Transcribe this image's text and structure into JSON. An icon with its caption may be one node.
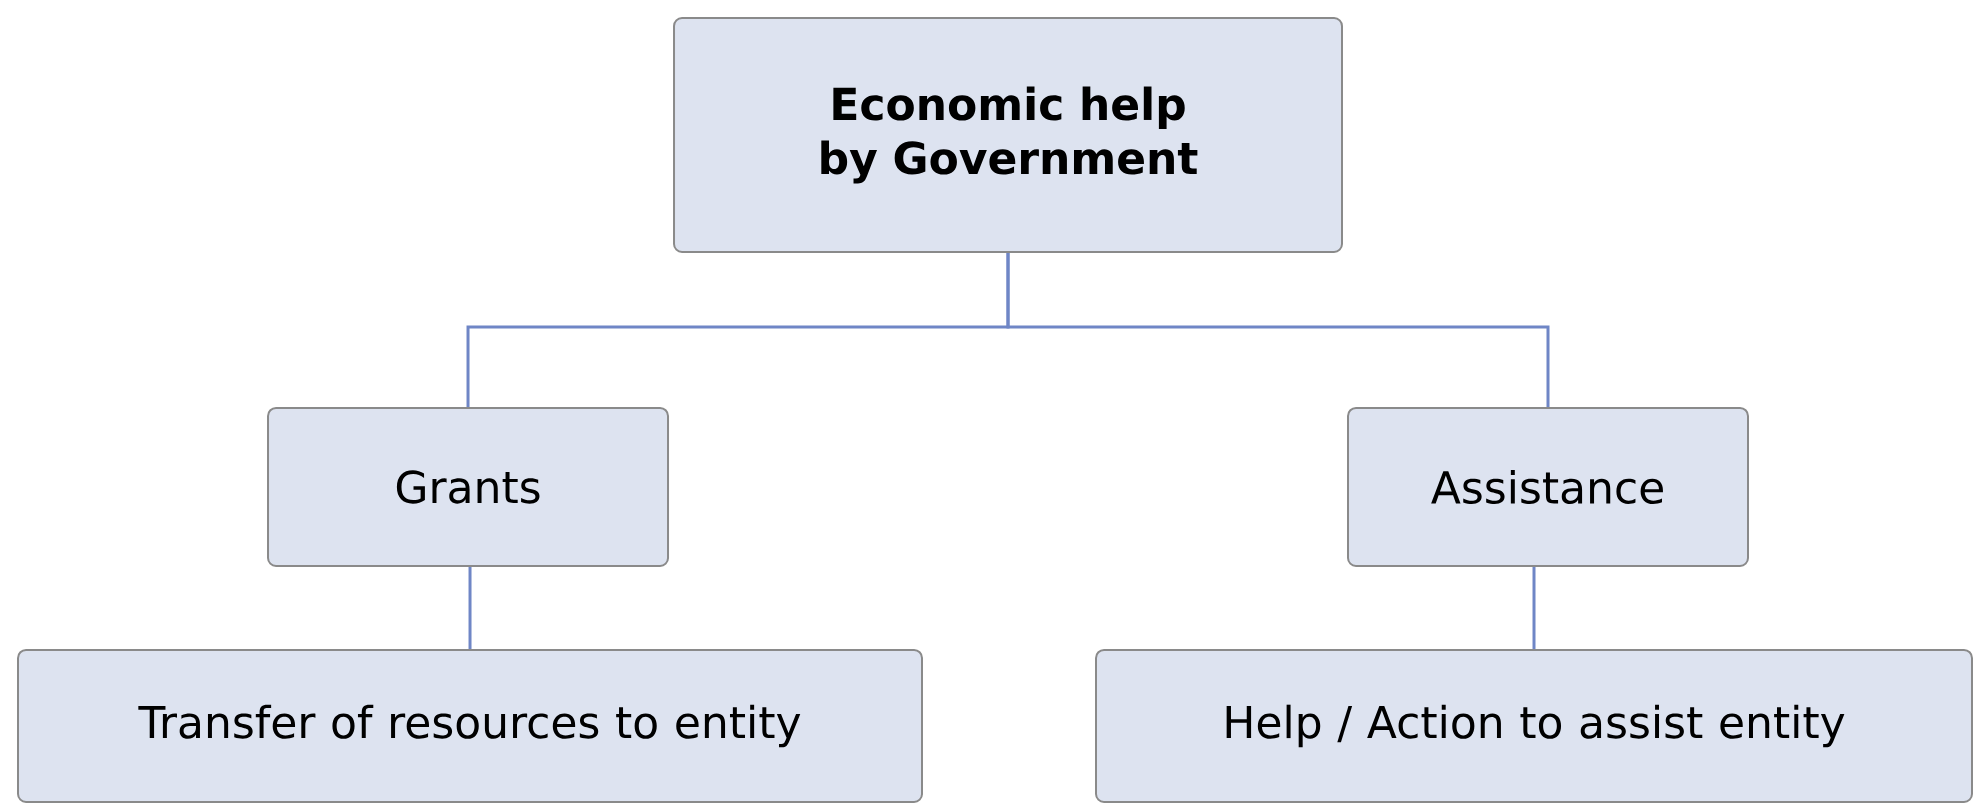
{
  "diagram": {
    "nodes": [
      {
        "text": [
          "Economic help by Government"
        ]
      },
      {
        "text": [
          "Grants"
        ]
      },
      {
        "text": [
          "Assistance"
        ]
      },
      {
        "text": [
          "Transfer of resources to entity"
        ]
      },
      {
        "text": [
          "Help / Action to assist entity"
        ]
      }
    ],
    "edges": [
      {
        "from": 0,
        "to": 1,
        "arrow": "none"
      },
      {
        "from": 0,
        "to": 2,
        "arrow": "none"
      },
      {
        "from": 1,
        "to": 3,
        "arrow": "none"
      },
      {
        "from": 2,
        "to": 4,
        "arrow": "none"
      }
    ]
  }
}
